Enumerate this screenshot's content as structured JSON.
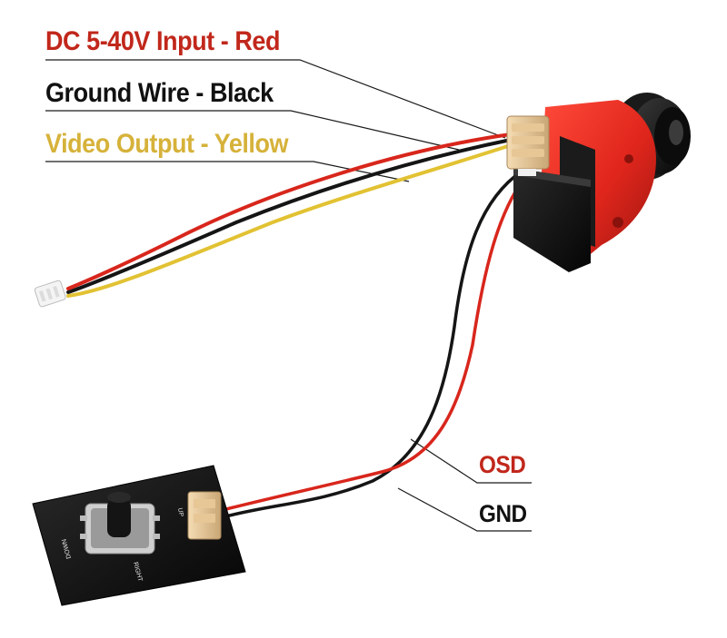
{
  "labels": {
    "dc_input": "DC 5-40V Input - Red",
    "ground_wire": "Ground Wire - Black",
    "video_output": "Video Output - Yellow",
    "osd": "OSD",
    "gnd": "GND"
  },
  "board_silkscreen": {
    "down": "DOWN",
    "up": "UP",
    "right": "RIGHT"
  },
  "colors": {
    "dc_input_label": "#c1271b",
    "ground_wire_label": "#111111",
    "video_output_label": "#d6b23a",
    "osd_label": "#c1271b",
    "gnd_label": "#111111",
    "red_wire": "#d8261c",
    "black_wire": "#151515",
    "yellow_wire": "#e2c233",
    "camera_body": "#e02a1f",
    "osd_board": "#111111",
    "connector": "#e8c79a"
  }
}
